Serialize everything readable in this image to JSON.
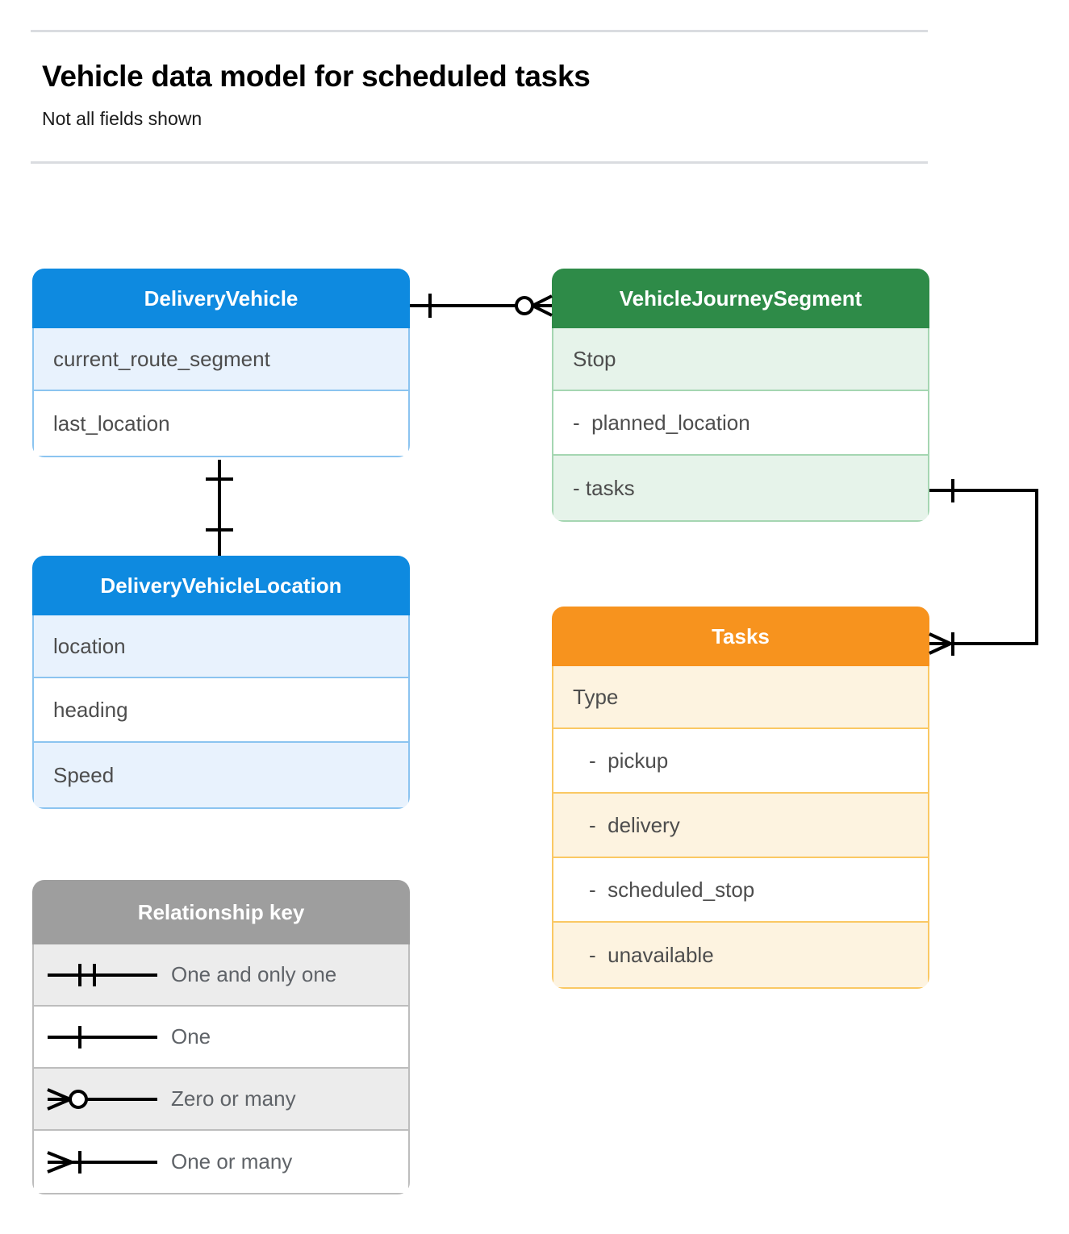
{
  "header": {
    "title": "Vehicle data model for scheduled tasks",
    "subtitle": "Not all fields shown"
  },
  "colors": {
    "blue_header": "#0e8ae0",
    "blue_row_alt": "#e8f2fd",
    "blue_border": "#8bc4f0",
    "green_header": "#2e8b48",
    "green_row_alt": "#e6f3ea",
    "green_border": "#a5d6b2",
    "orange_header": "#f7931e",
    "orange_row_alt": "#fdf3e0",
    "orange_border": "#fac864",
    "gray_header": "#9e9e9e",
    "gray_row_alt": "#ececec",
    "gray_border": "#bdbdbd",
    "text": "#4d4d4d",
    "rule": "#dadce0"
  },
  "entities": {
    "delivery_vehicle": {
      "name": "DeliveryVehicle",
      "rows": [
        {
          "label": "current_route_segment"
        },
        {
          "label": "last_location"
        }
      ]
    },
    "vehicle_journey_segment": {
      "name": "VehicleJourneySegment",
      "rows": [
        {
          "label": "Stop"
        },
        {
          "label": "-  planned_location"
        },
        {
          "label": "- tasks"
        }
      ]
    },
    "delivery_vehicle_location": {
      "name": "DeliveryVehicleLocation",
      "rows": [
        {
          "label": "location"
        },
        {
          "label": "heading"
        },
        {
          "label": "Speed"
        }
      ]
    },
    "tasks": {
      "name": "Tasks",
      "rows": [
        {
          "label": "Type"
        },
        {
          "label": "-  pickup"
        },
        {
          "label": "-  delivery"
        },
        {
          "label": "-  scheduled_stop"
        },
        {
          "label": "-  unavailable"
        }
      ]
    }
  },
  "legend": {
    "title": "Relationship key",
    "items": [
      {
        "symbol": "one-and-only-one",
        "label": "One and only one"
      },
      {
        "symbol": "one",
        "label": "One"
      },
      {
        "symbol": "zero-or-many",
        "label": "Zero or many"
      },
      {
        "symbol": "one-or-many",
        "label": "One or many"
      }
    ]
  },
  "relationships": [
    {
      "from": "DeliveryVehicle",
      "to": "VehicleJourneySegment",
      "from_cardinality": "one",
      "to_cardinality": "zero-or-many"
    },
    {
      "from": "DeliveryVehicle",
      "to": "DeliveryVehicleLocation",
      "from_cardinality": "one",
      "to_cardinality": "one"
    },
    {
      "from": "VehicleJourneySegment",
      "to": "Tasks",
      "from_cardinality": "one",
      "to_cardinality": "one-or-many"
    }
  ]
}
